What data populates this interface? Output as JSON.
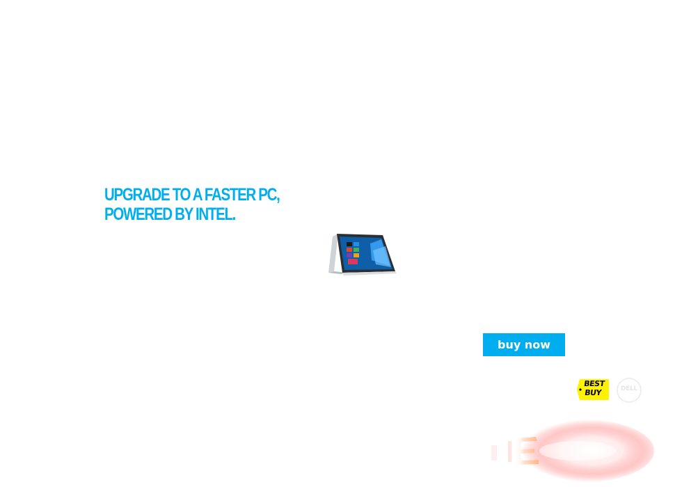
{
  "ad": {
    "headline_line1": "UPGRADE TO A FASTER PC,",
    "headline_line2": "POWERED BY INTEL.",
    "cta_label": "buy now",
    "retailer_logo_text": "BEST\nBUY",
    "brand_logo_text": "DELL"
  },
  "colors": {
    "brand_blue": "#00aeef",
    "background": "#ffffff",
    "bestbuy_yellow": "#fff200"
  },
  "icons": {
    "product": "laptop-icon",
    "retailer": "bestbuy-logo-icon",
    "brand": "dell-logo-icon",
    "decor": "intel-glow-icon"
  }
}
